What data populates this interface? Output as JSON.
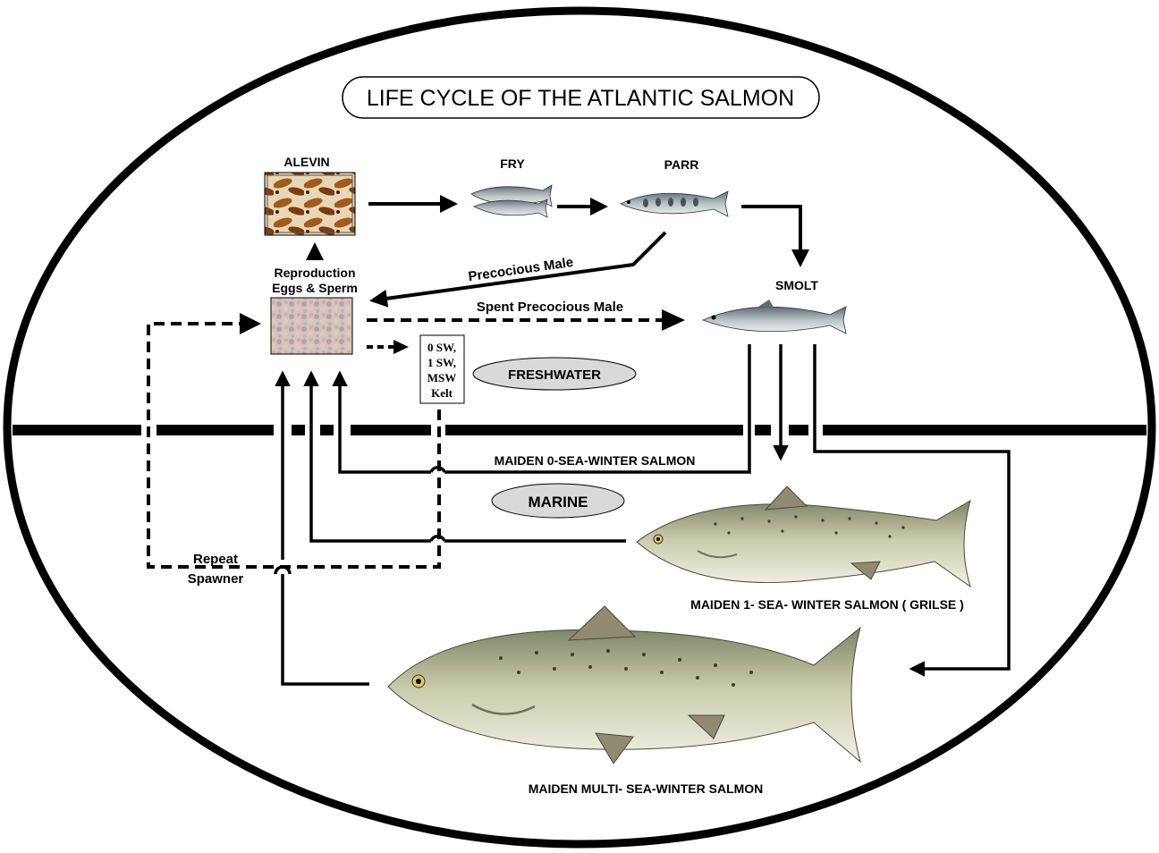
{
  "title": "LIFE CYCLE OF THE ATLANTIC SALMON",
  "stages": {
    "alevin": "ALEVIN",
    "fry": "FRY",
    "parr": "PARR",
    "smolt": "SMOLT",
    "reproduction_line1": "Reproduction",
    "reproduction_line2": "Eggs & Sperm"
  },
  "kelt_box": [
    "0 SW,",
    "1 SW,",
    "MSW",
    "Kelt"
  ],
  "zones": {
    "freshwater": "FRESHWATER",
    "marine": "MARINE"
  },
  "flows": {
    "precocious_male": "Precocious Male",
    "spent_precocious_male": "Spent Precocious Male",
    "maiden_0sw": "MAIDEN 0-SEA-WINTER SALMON",
    "repeat_line1": "Repeat",
    "repeat_line2": "Spawner"
  },
  "fish_labels": {
    "grilse": "MAIDEN 1- SEA- WINTER  SALMON  ( GRILSE )",
    "msw": "MAIDEN MULTI- SEA-WINTER  SALMON"
  },
  "colors": {
    "zone_pill": "#d9d9d9",
    "alevin_photo": "#a05a1c",
    "eggs_photo": "#c9a9a0",
    "fish_body": "#c9ccac",
    "fish_back": "#7d8466",
    "fish_belly": "#eeeedd",
    "fin": "#8f8a70"
  }
}
